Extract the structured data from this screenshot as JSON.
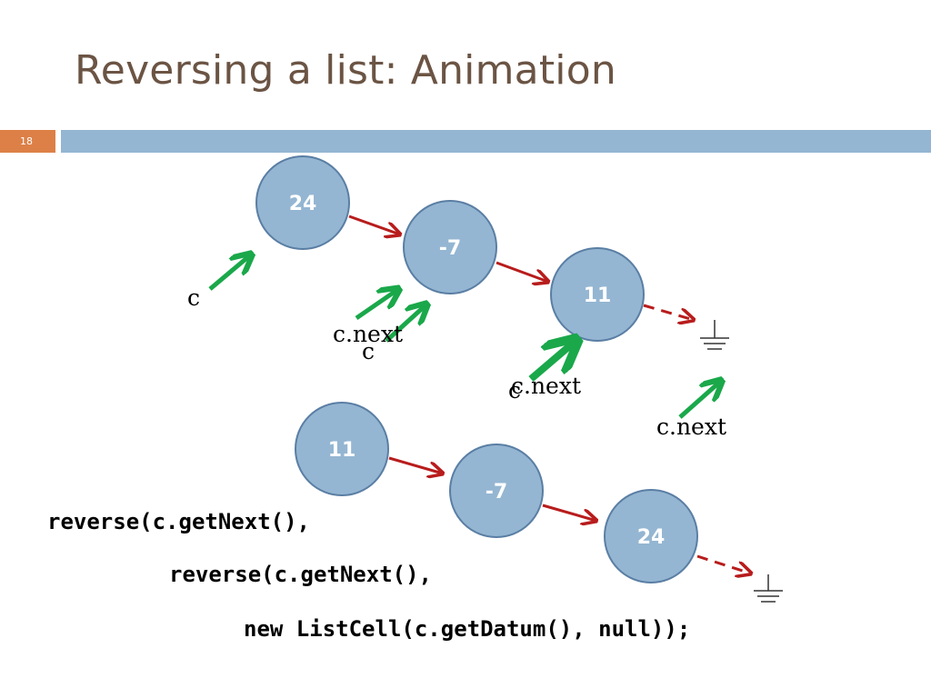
{
  "slide": {
    "title": "Reversing a list: Animation",
    "number": "18"
  },
  "colors": {
    "title": "#6b5444",
    "accent_orange": "#dd8047",
    "accent_blue": "#94b6d2",
    "node_fill": "#94b6d2",
    "node_stroke": "#5a7ea4",
    "link_arrow": "#b81c1c",
    "pointer_arrow": "#1aa84a"
  },
  "diagram": {
    "top_list": [
      "24",
      "-7",
      "11"
    ],
    "bottom_list": [
      "11",
      "-7",
      "24"
    ],
    "labels": {
      "c1": "c",
      "cnext1": "c.next",
      "c2": "c",
      "c3": "c",
      "cnext2": "c.next",
      "cnext3": "c.next"
    }
  },
  "code": {
    "line1": "reverse(c.getNext(),",
    "line2": "reverse(c.getNext(),",
    "line3": "new ListCell(c.getDatum(), null));"
  }
}
